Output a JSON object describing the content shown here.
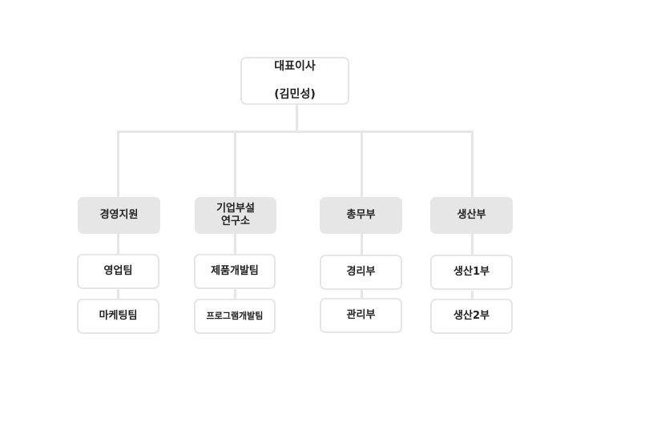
{
  "org": {
    "ceo": {
      "title": "대표이사",
      "name": "(김민성)"
    },
    "departments": [
      {
        "label": "경영지원",
        "teams": [
          "영업팀",
          "마케팅팀"
        ]
      },
      {
        "label": "기업부설\n연구소",
        "teams": [
          "제품개발팀",
          "프로그램개발팀"
        ]
      },
      {
        "label": "총무부",
        "teams": [
          "경리부",
          "관리부"
        ]
      },
      {
        "label": "생산부",
        "teams": [
          "생산1부",
          "생산2부"
        ]
      }
    ]
  },
  "colors": {
    "box_fill": "#e6e6e6",
    "connector": "#e6e6e6",
    "text": "#222222"
  }
}
